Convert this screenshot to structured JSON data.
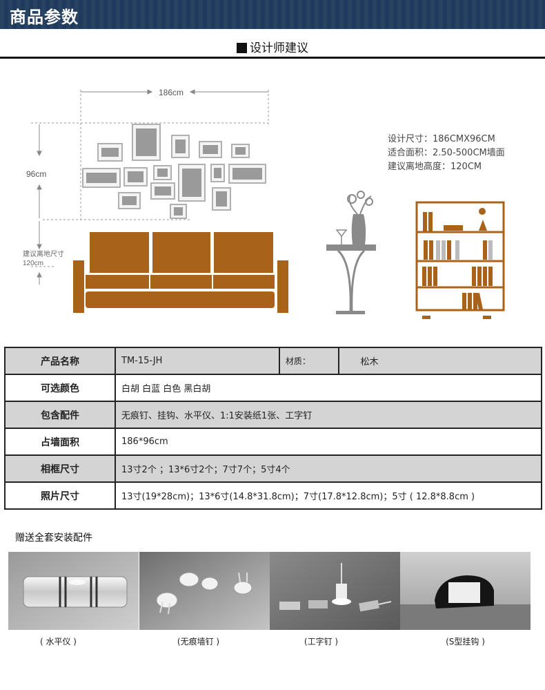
{
  "header": {
    "title": "商品参数"
  },
  "section": {
    "title": "设计师建议"
  },
  "diagram": {
    "width_label": "186cm",
    "height_label": "96cm",
    "floor_label_1": "建议离地尺寸",
    "floor_label_2": "120cm",
    "colors": {
      "furniture": "#a9621a",
      "frames": "#aaaaaa",
      "table": "#8a8a8a"
    }
  },
  "design_info": [
    "设计尺寸：186CMX96CM",
    "适合面积：2.50-500CM墙面",
    "建议离地高度：120CM"
  ],
  "specs": {
    "product_name_label": "产品名称",
    "product_name_value": "TM-15-JH",
    "material_label": "材质：",
    "material_value": "松木",
    "rows": [
      {
        "label": "可选颜色",
        "value": "白胡 白蓝 白色  黑白胡"
      },
      {
        "label": "包含配件",
        "value": "无痕钉、挂钩、水平仪、1:1安装纸1张、工字钉"
      },
      {
        "label": "占墙面积",
        "value": "186*96cm"
      },
      {
        "label": "相框尺寸",
        "value": "13寸2个 ；13*6寸2个；7寸7个；5寸4个"
      },
      {
        "label": "照片尺寸",
        "value": "13寸(19*28cm)；13*6寸(14.8*31.8cm)；7寸(17.8*12.8cm)；5寸 ( 12.8*8.8cm )"
      }
    ]
  },
  "gifts": {
    "title": "赠送全套安装配件",
    "items": [
      {
        "caption": "( 水平仪 )",
        "icon": "spirit-level"
      },
      {
        "caption": "(无痕墙钉 )",
        "icon": "traceless-nail"
      },
      {
        "caption": "(工字钉 )",
        "icon": "push-pin"
      },
      {
        "caption": "(S型挂钩 )",
        "icon": "s-hook"
      }
    ]
  }
}
